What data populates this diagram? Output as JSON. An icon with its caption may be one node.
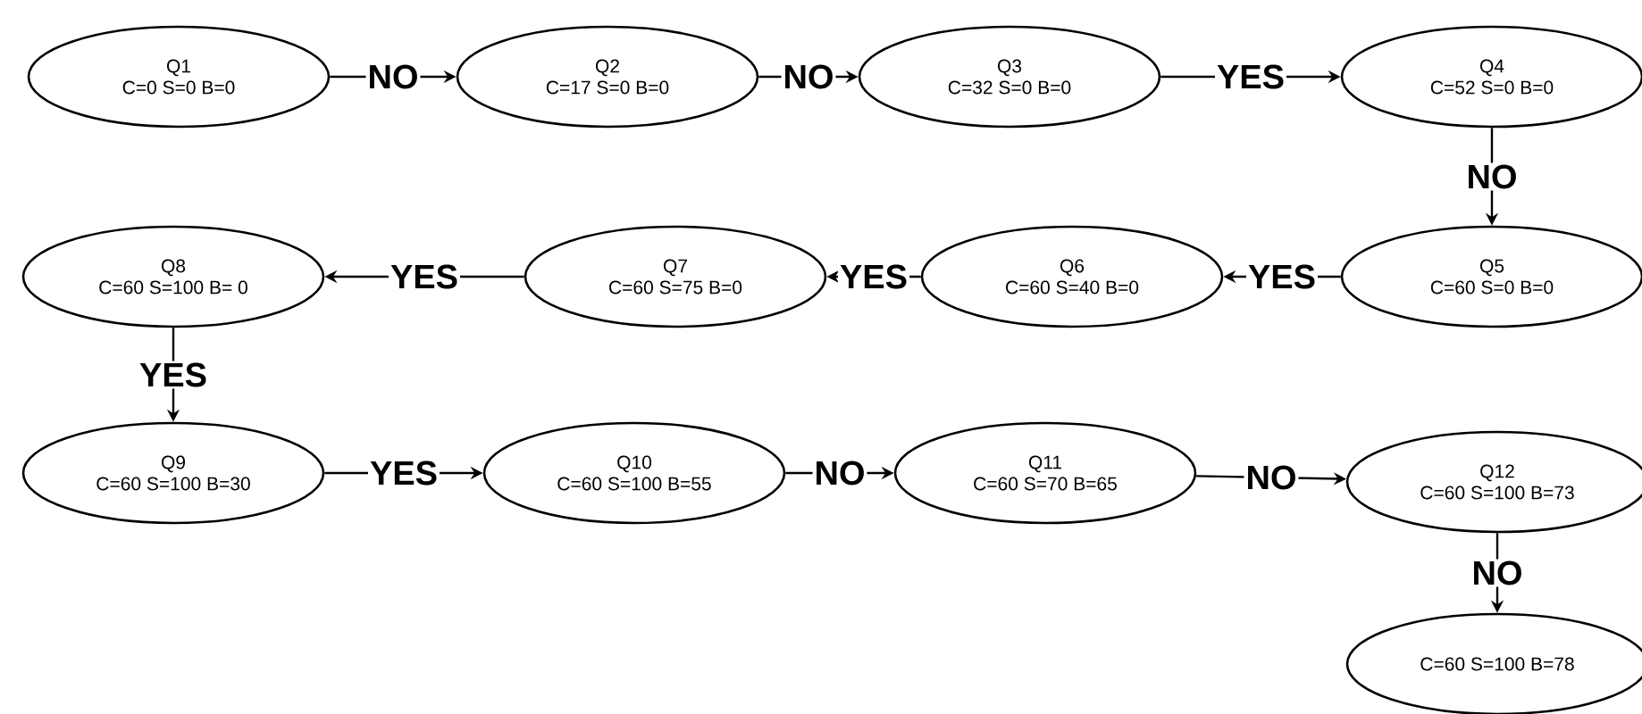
{
  "diagram": {
    "nodes": [
      {
        "text": [
          "Q1",
          "C=0 S=0 B=0"
        ]
      },
      {
        "text": [
          "Q2",
          "C=17 S=0 B=0"
        ]
      },
      {
        "text": [
          "Q3",
          "C=32 S=0 B=0"
        ]
      },
      {
        "text": [
          "Q4",
          "C=52 S=0 B=0"
        ]
      },
      {
        "text": [
          "Q5",
          "C=60 S=0 B=0"
        ]
      },
      {
        "text": [
          "Q6",
          "C=60 S=40 B=0"
        ]
      },
      {
        "text": [
          "Q7",
          "C=60 S=75 B=0"
        ]
      },
      {
        "text": [
          "Q8",
          "C=60 S=100 B= 0"
        ]
      },
      {
        "text": [
          "Q9",
          "C=60 S=100 B=30"
        ]
      },
      {
        "text": [
          "Q10",
          "C=60 S=100 B=55"
        ]
      },
      {
        "text": [
          "Q11",
          "C=60 S=70 B=65"
        ]
      },
      {
        "text": [
          "Q12",
          "C=60 S=100 B=73"
        ]
      },
      {
        "text": [
          "C=60 S=100 B=78"
        ]
      }
    ],
    "edges": [
      {
        "from": 0,
        "to": 1,
        "arrow": "to",
        "label": "NO"
      },
      {
        "from": 1,
        "to": 2,
        "arrow": "to",
        "label": "NO"
      },
      {
        "from": 2,
        "to": 3,
        "arrow": "to",
        "label": "YES"
      },
      {
        "from": 3,
        "to": 4,
        "arrow": "to",
        "label": "NO"
      },
      {
        "from": 4,
        "to": 5,
        "arrow": "to",
        "label": "YES"
      },
      {
        "from": 5,
        "to": 6,
        "arrow": "to",
        "label": "YES"
      },
      {
        "from": 6,
        "to": 7,
        "arrow": "to",
        "label": "YES"
      },
      {
        "from": 7,
        "to": 8,
        "arrow": "to",
        "label": "YES"
      },
      {
        "from": 8,
        "to": 9,
        "arrow": "to",
        "label": "YES"
      },
      {
        "from": 9,
        "to": 10,
        "arrow": "to",
        "label": "NO"
      },
      {
        "from": 10,
        "to": 11,
        "arrow": "to",
        "label": "NO"
      },
      {
        "from": 11,
        "to": 12,
        "arrow": "to",
        "label": "NO"
      }
    ]
  }
}
